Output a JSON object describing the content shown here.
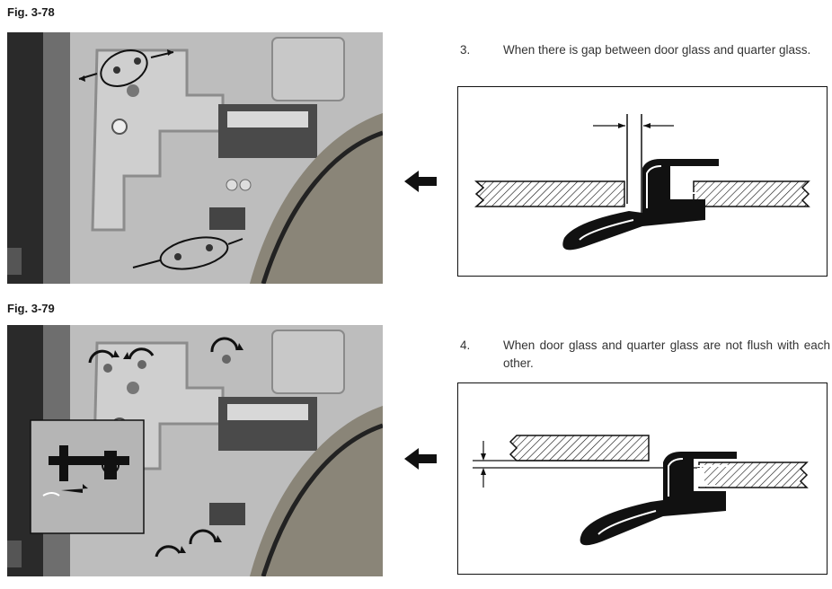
{
  "figures": [
    {
      "label": "Fig. 3-78",
      "photo": "door-inner-panel-photo"
    },
    {
      "label": "Fig. 3-79",
      "photo": "door-inner-panel-adjustment-photo"
    }
  ],
  "steps": [
    {
      "number": "3.",
      "text": "When there is gap between door glass and quarter glass."
    },
    {
      "number": "4.",
      "text": "When door glass and quarter glass are not flush with each other."
    }
  ],
  "icons": {
    "pointer": "left-arrow-icon",
    "rotate": "rotation-arrow-icon"
  },
  "colors": {
    "ink": "#111111",
    "photo_base": "#9a9a9a"
  }
}
